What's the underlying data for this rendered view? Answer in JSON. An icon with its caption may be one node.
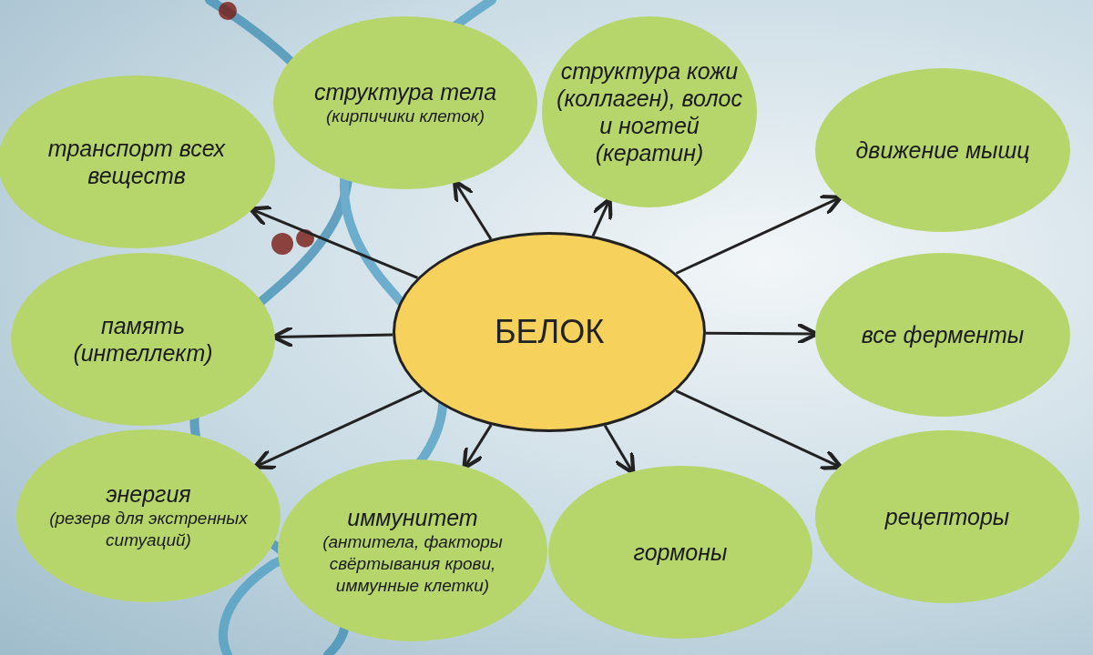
{
  "diagram": {
    "nodes": [
      {
        "text": [
          "структура тела",
          "(кирпичики клеток)"
        ]
      },
      {
        "text": [
          "структура кожи (коллаген), волос и ногтей (кератин)"
        ]
      },
      {
        "text": [
          "транспорт всех веществ"
        ]
      },
      {
        "text": [
          "движение мышц"
        ]
      },
      {
        "text": [
          "память (интеллект)"
        ]
      },
      {
        "text": [
          "БЕЛОК"
        ]
      },
      {
        "text": [
          "все ферменты"
        ]
      },
      {
        "text": [
          "энергия",
          "(резерв для экстренных ситуаций)"
        ]
      },
      {
        "text": [
          "рецепторы"
        ]
      },
      {
        "text": [
          "иммунитет",
          "(антитела, факторы свёртывания крови, иммунные клетки)"
        ]
      },
      {
        "text": [
          "гормоны"
        ]
      }
    ],
    "edges": [
      {
        "from": 5,
        "to": 0,
        "arrow": "to"
      },
      {
        "from": 5,
        "to": 1,
        "arrow": "to"
      },
      {
        "from": 5,
        "to": 2,
        "arrow": "to"
      },
      {
        "from": 5,
        "to": 3,
        "arrow": "to"
      },
      {
        "from": 5,
        "to": 4,
        "arrow": "to"
      },
      {
        "from": 5,
        "to": 6,
        "arrow": "to"
      },
      {
        "from": 5,
        "to": 7,
        "arrow": "to"
      },
      {
        "from": 5,
        "to": 8,
        "arrow": "to"
      },
      {
        "from": 5,
        "to": 9,
        "arrow": "to"
      },
      {
        "from": 5,
        "to": 10,
        "arrow": "to"
      }
    ]
  }
}
